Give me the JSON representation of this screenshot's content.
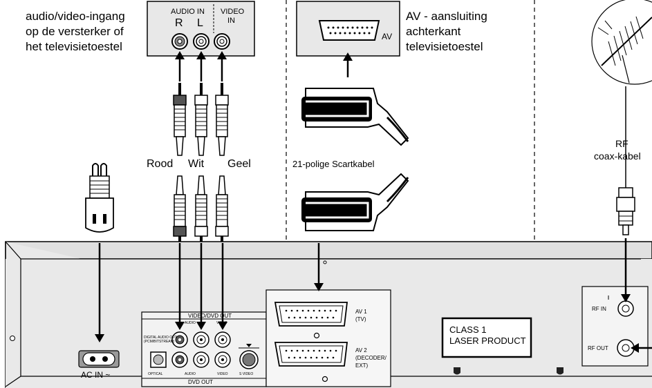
{
  "labels": {
    "av_input_note": [
      "audio/video-ingang",
      "op de versterker of",
      "het televisietoestel"
    ],
    "audio_in": "AUDIO IN",
    "video_in_1": "VIDEO",
    "video_in_2": "IN",
    "r": "R",
    "l": "L",
    "av_panel": "AV",
    "av_note": [
      "AV - aansluiting",
      "achterkant",
      "televisietoestel"
    ],
    "rood": "Rood",
    "wit": "Wit",
    "geel": "Geel",
    "scart_cable": "21-polige Scartkabel",
    "rf_1": "RF",
    "rf_2": "coax-kabel",
    "ac_in": "AC IN ~",
    "video_dvd_out": "VIDEO/DVD OUT",
    "audio_top": "AUDIO",
    "video_top": "VIDEO",
    "digital_audio_out_1": "DIGITAL AUDIO OUT",
    "digital_audio_out_2": "(PCM/BITSTREAM)",
    "optical": "OPTICAL",
    "audio_bottom": "AUDIO",
    "video_bottom": "VIDEO",
    "s_video": "S VIDEO",
    "dvd_out": "DVD OUT",
    "av1_1": "AV 1",
    "av1_2": "(TV)",
    "av2_1": "AV 2",
    "av2_2": "(DECODER/",
    "av2_3": "EXT)",
    "class1_1": "CLASS 1",
    "class1_2": "LASER PRODUCT",
    "rf_in": "RF IN",
    "rf_out": "RF OUT"
  }
}
